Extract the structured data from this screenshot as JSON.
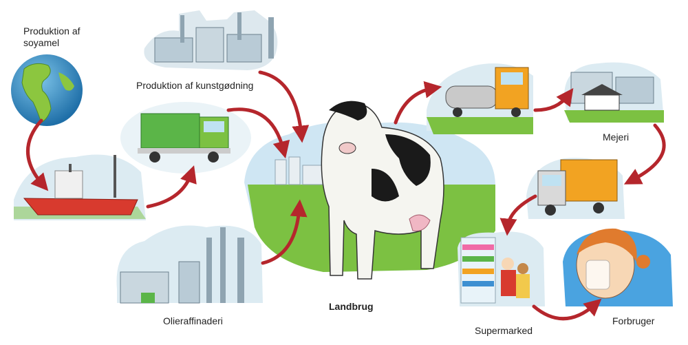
{
  "labels": {
    "soy_line1": "Produktion af",
    "soy_line2": "soyamel",
    "fertilizer": "Produktion af kunstgødning",
    "farm": "Landbrug",
    "refinery": "Olieraffinaderi",
    "dairy": "Mejeri",
    "supermarket": "Supermarked",
    "consumer": "Forbruger"
  },
  "colors": {
    "arrow": "#b5262c",
    "grass": "#7cc142",
    "sky": "#cfe6f3",
    "truck_green": "#5bb548",
    "truck_orange": "#f2a322",
    "ship_red": "#d83a2e"
  }
}
